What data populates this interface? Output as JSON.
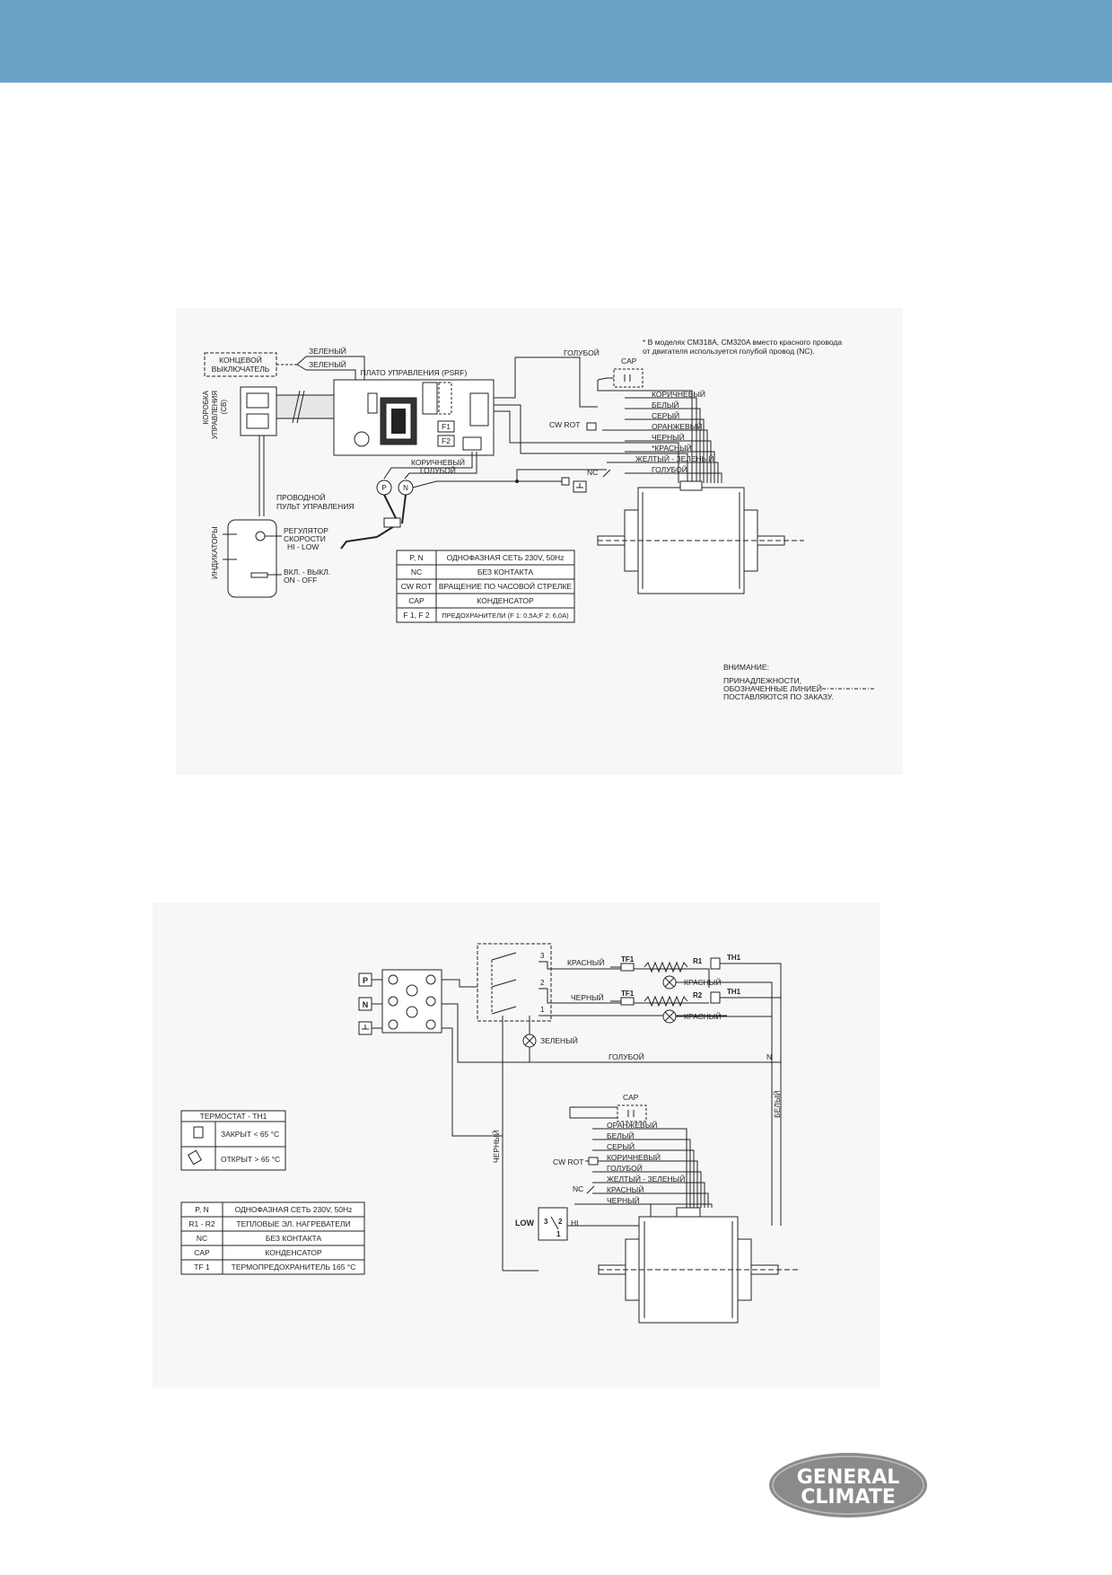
{
  "diagram1": {
    "note": [
      "* В моделях CM318A, CM320A вместо красного провода",
      "от двигателя используется голубой провод (NC)."
    ],
    "limit_switch": [
      "КОНЦЕВОЙ",
      "ВЫКЛЮЧАТЕЛЬ"
    ],
    "control_box": [
      "КОРОБКА",
      "УПРАВЛЕНИЯ",
      "(CB)"
    ],
    "board": "ПЛАТО УПРАВЛЕНИЯ (PSRF)",
    "fuse1": "F1",
    "fuse2": "F2",
    "wires_left": [
      "ЗЕЛЕНЫЙ",
      "ЗЕЛЕНЫЙ"
    ],
    "wires_bottom": [
      "КОРИЧНЕВЫЙ",
      "ГОЛУБОЙ"
    ],
    "top_wire": "ГОЛУБОЙ",
    "cap": "CAP",
    "cw_rot": "CW ROT",
    "nc": "NC",
    "motor_wires": [
      "КОРИЧНЕВЫЙ",
      "БЕЛЫЙ",
      "СЕРЫЙ",
      "ОРАНЖЕВЫЙ",
      "ЧЕРНЫЙ",
      "*КРАСНЫЙ",
      "ЖЕЛТЫЙ - ЗЕЛЕНЫЙ",
      "ГОЛУБОЙ"
    ],
    "p_label": "P",
    "n_label": "N",
    "remote": [
      "ПРОВОДНОЙ",
      "ПУЛЬТ УПРАВЛЕНИЯ"
    ],
    "indicators": "ИНДИКАТОРЫ",
    "speed": [
      "РЕГУЛЯТОР",
      "СКОРОСТИ",
      "HI - LOW"
    ],
    "onoff": [
      "ВКЛ. - ВЫКЛ.",
      "ON - OFF"
    ],
    "legend": [
      {
        "code": "P, N",
        "text": "ОДНОФАЗНАЯ СЕТЬ 230V, 50Hz"
      },
      {
        "code": "NC",
        "text": "БЕЗ КОНТАКТА"
      },
      {
        "code": "CW ROT",
        "text": "ВРАЩЕНИЕ ПО ЧАСОВОЙ СТРЕЛКЕ"
      },
      {
        "code": "CAP",
        "text": "КОНДЕНСАТОР"
      },
      {
        "code": "F 1, F 2",
        "text": "ПРЕДОХРАНИТЕЛИ (F 1: 0,5А;F 2: 6,0А)"
      }
    ],
    "attention": [
      "ВНИМАНИЕ:",
      "ПРИНАДЛЕЖНОСТИ,",
      "ОБОЗНАЧЕННЫЕ ЛИНИЕЙ",
      "ПОСТАВЛЯЮТСЯ ПО ЗАКАЗУ."
    ]
  },
  "diagram2": {
    "p_label": "P",
    "n_label": "N",
    "red": "КРАСНЫЙ",
    "black": "ЧЕРНЫЙ",
    "tf1": "TF1",
    "r1": "R1",
    "r2": "R2",
    "th1": "TH1",
    "green": "ЗЕЛЕНЫЙ",
    "blue": "ГОЛУБОЙ",
    "n_end": "N",
    "white_vert": "БЕЛЫЙ",
    "black_vert": "ЧЕРНЫЙ",
    "switch_nums": [
      "3",
      "2",
      "1"
    ],
    "cap": "CAP",
    "cw_rot": "CW ROT",
    "nc": "NC",
    "motor_wires": [
      "ОРАНЖЕВЫЙ",
      "БЕЛЫЙ",
      "СЕРЫЙ",
      "КОРИЧНЕВЫЙ",
      "ГОЛУБОЙ",
      "ЖЕЛТЫЙ - ЗЕЛЕНЫЙ",
      "КРАСНЫЙ",
      "ЧЕРНЫЙ"
    ],
    "low": "LOW",
    "hi": "HI",
    "thermostat_title": "ТЕРМОСТАТ - TH1",
    "thermostat_rows": [
      "ЗАКРЫТ < 65 °C",
      "ОТКРЫТ > 65 °C"
    ],
    "legend": [
      {
        "code": "P, N",
        "text": "ОДНОФАЗНАЯ СЕТЬ 230V, 50Hz"
      },
      {
        "code": "R1 - R2",
        "text": "ТЕПЛОВЫЕ ЭЛ. НАГРЕВАТЕЛИ"
      },
      {
        "code": "NC",
        "text": "БЕЗ КОНТАКТА"
      },
      {
        "code": "CAP",
        "text": "КОНДЕНСАТОР"
      },
      {
        "code": "TF 1",
        "text": "ТЕРМОПРЕДОХРАНИТЕЛЬ 165 °C"
      }
    ]
  },
  "logo": {
    "line1": "GENERAL",
    "line2": "CLIMATE"
  }
}
